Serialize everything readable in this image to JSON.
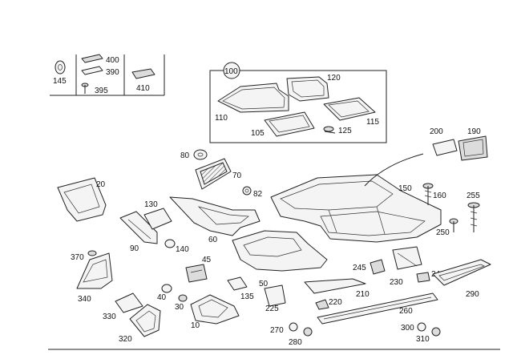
{
  "labels": {
    "p145": "145",
    "p400": "400",
    "p390": "390",
    "p395": "395",
    "p410": "410",
    "p100": "100",
    "p120": "120",
    "p110": "110",
    "p105": "105",
    "p125": "125",
    "p115": "115",
    "p200": "200",
    "p190": "190",
    "p80": "80",
    "p70": "70",
    "p82": "82",
    "p20": "20",
    "p130": "130",
    "p90": "90",
    "p140": "140",
    "p60": "60",
    "p150": "150",
    "p160": "160",
    "p255": "255",
    "p250": "250",
    "p370": "370",
    "p45": "45",
    "p245": "245",
    "p230": "230",
    "p240": "240",
    "p340": "340",
    "p40": "40",
    "p30": "30",
    "p135": "135",
    "p50": "50",
    "p225": "225",
    "p220": "220",
    "p210": "210",
    "p290": "290",
    "p330": "330",
    "p10": "10",
    "p260": "260",
    "p270": "270",
    "p300": "300",
    "p280": "280",
    "p320": "320",
    "p310": "310"
  }
}
